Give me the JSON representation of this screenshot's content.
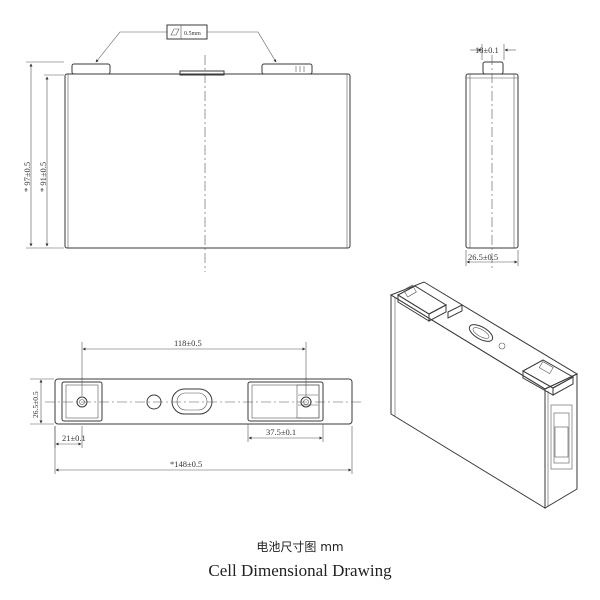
{
  "dimensions": {
    "height_total": "* 97±0.5",
    "height_body": "* 91±0.5",
    "terminal_thickness": "18±0.1",
    "thickness": "26.5±0.5",
    "terminal_spacing": "118±0.5",
    "top_thickness": "26.5±0.5",
    "terminal_offset": "21±0.1",
    "terminal_width": "37.5±0.1",
    "length": "*148±0.5"
  },
  "flatness_callout": "0.5mm",
  "caption": {
    "zh": "电池尺寸图 mm",
    "en": "Cell Dimensional Drawing"
  }
}
